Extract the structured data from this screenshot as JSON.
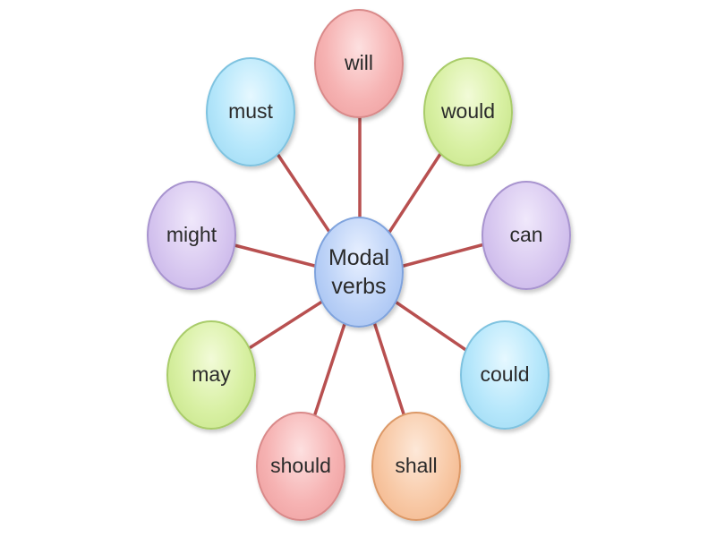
{
  "center": {
    "line1": "Modal",
    "line2": "verbs"
  },
  "nodes": {
    "will": "will",
    "would": "would",
    "can": "can",
    "could": "could",
    "shall": "shall",
    "should": "should",
    "may": "may",
    "might": "might",
    "must": "must"
  },
  "colors": {
    "link": "#b85050",
    "will": "#f6b3b3",
    "would": "#d8f0a3",
    "can": "#d8c8f0",
    "could": "#b6e7fb",
    "shall": "#f8c9a6",
    "should": "#f6b3b3",
    "may": "#d8f0a3",
    "might": "#d8c8f0",
    "must": "#b6e7fb",
    "center": "#bcd2f7"
  }
}
